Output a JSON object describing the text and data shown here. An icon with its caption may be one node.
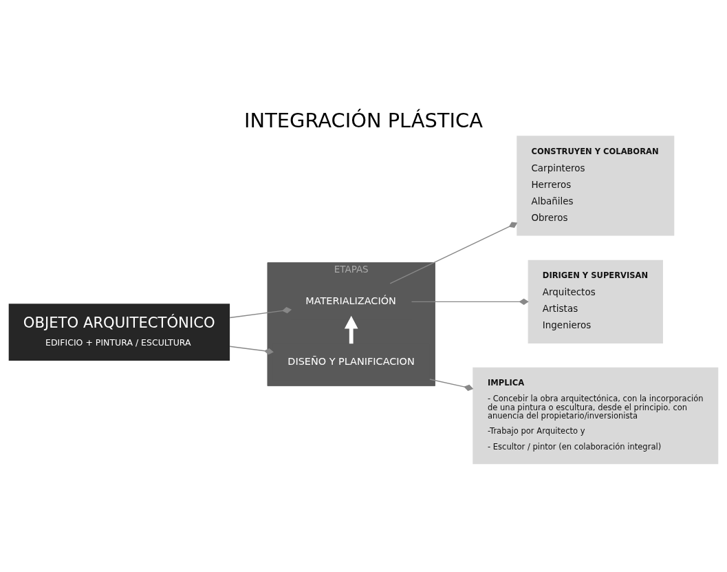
{
  "diagram": {
    "title": "INTEGRACIÓN PLÁSTICA",
    "nodes": [
      {
        "text": [
          "OBJETO ARQUITECTÓNICO",
          "EDIFICIO + PINTURA / ESCULTURA"
        ]
      },
      {
        "text": [
          "ETAPAS"
        ]
      },
      {
        "text": [
          "DISEÑO Y PLANIFICACION"
        ],
        "in": 1
      },
      {
        "text": [
          "MATERIALIZACIÓN"
        ],
        "in": 1
      },
      {
        "text": [
          "IMPLICA",
          "- Concebir la obra arquitectónica, con la incorporación de una pintura o escultura, desde el principio. con anuencia del propietario/inversionista",
          "-Trabajo por Arquitecto y",
          "- Escultor / pintor (en colaboración integral)"
        ]
      },
      {
        "text": [
          "DIRIGEN Y SUPERVISAN",
          "Arquitectos",
          "Artistas",
          "Ingenieros"
        ]
      },
      {
        "text": [
          "CONSTRUYEN Y COLABORAN",
          "Carpinteros",
          "Herreros",
          "Albañiles",
          "Obreros"
        ]
      }
    ],
    "edges": [
      {
        "from": 0,
        "to": 2,
        "arrow": "other"
      },
      {
        "from": 0,
        "to": 3,
        "arrow": "other"
      },
      {
        "from": 2,
        "to": 3,
        "arrow": "to",
        "style": "thick",
        "color": "#ffffff"
      },
      {
        "from": 2,
        "to": 4,
        "arrow": "other"
      },
      {
        "from": 3,
        "to": 5,
        "arrow": "other"
      },
      {
        "from": 3,
        "to": 6,
        "arrow": "other"
      }
    ]
  }
}
